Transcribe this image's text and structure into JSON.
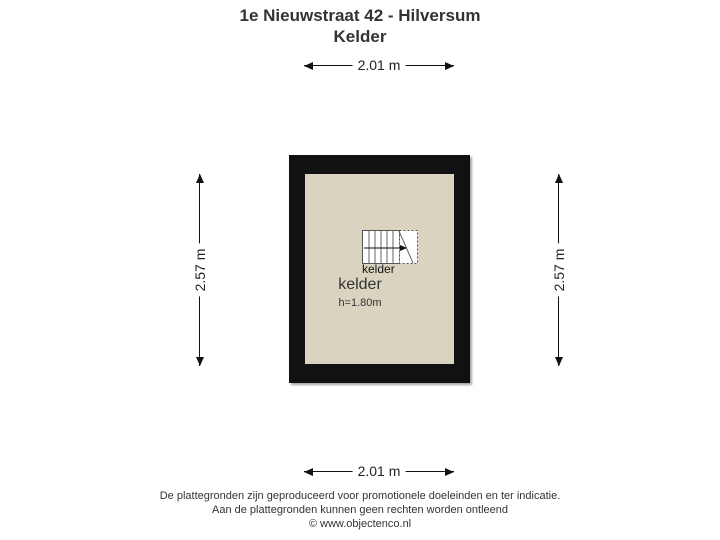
{
  "header": {
    "title": "1e Nieuwstraat 42 - Hilversum",
    "subtitle": "Kelder"
  },
  "dimensions": {
    "width_top": "2.01 m",
    "width_bottom": "2.01 m",
    "height_left": "2.57 m",
    "height_right": "2.57 m"
  },
  "room": {
    "stairs_label": "kelder",
    "name": "kelder",
    "ceiling_height": "h=1.80m",
    "floor_color": "#d9d3bf",
    "wall_color": "#111111"
  },
  "footer": {
    "line1": "De plattegronden zijn geproduceerd voor promotionele doeleinden en ter indicatie.",
    "line2": "Aan de plattegronden kunnen geen rechten worden ontleend",
    "line3": "© www.objectenco.nl"
  }
}
